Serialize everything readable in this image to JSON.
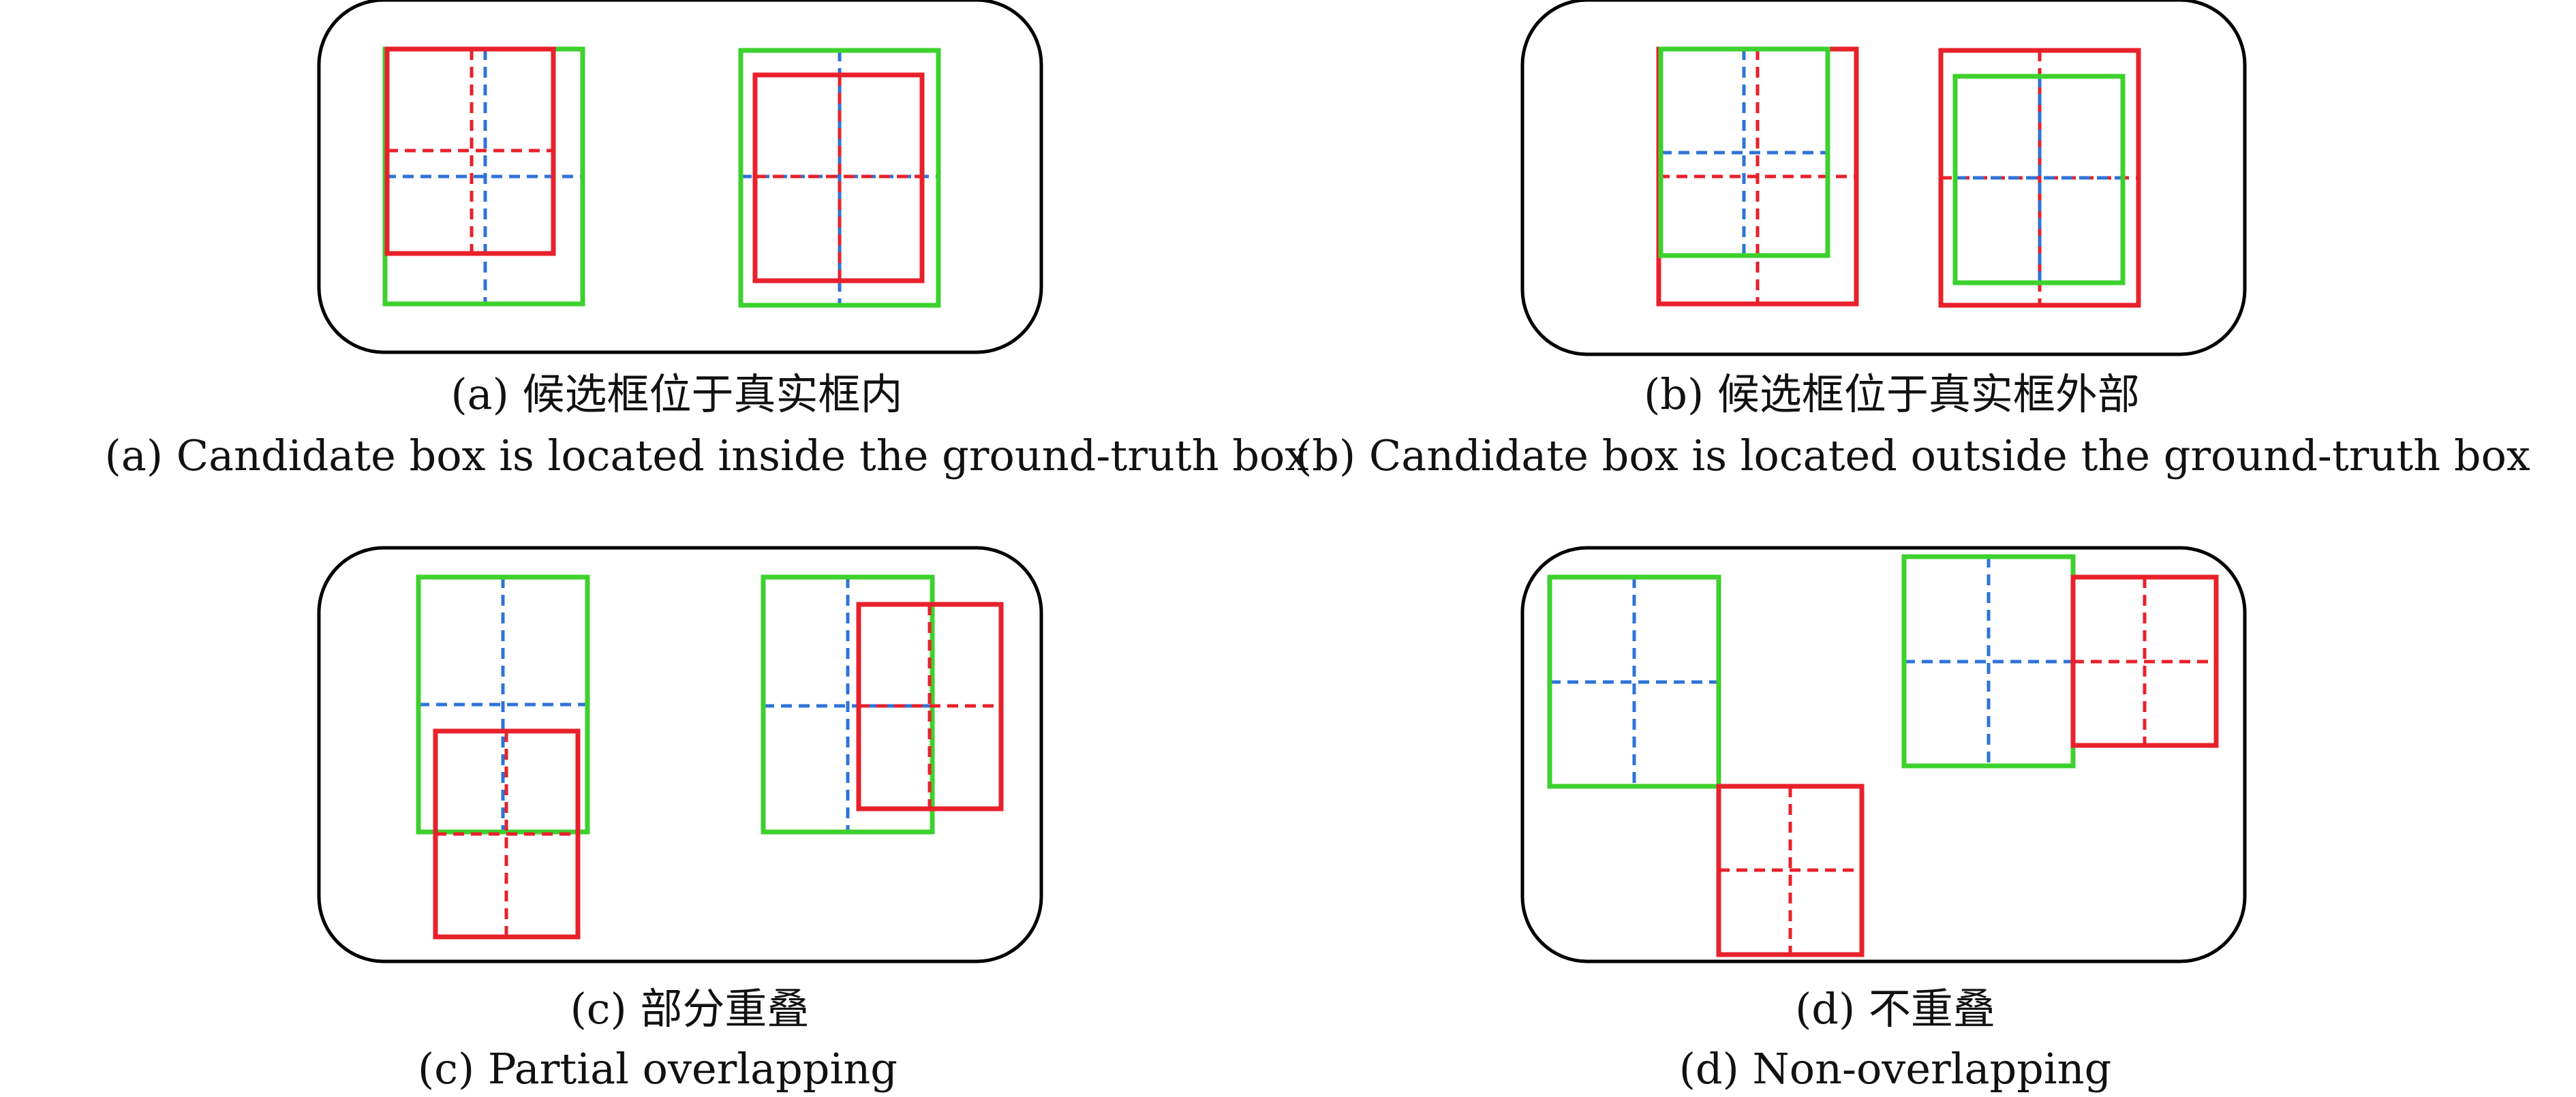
{
  "colors": {
    "candidate_box": "#e8212b",
    "ground_truth_box": "#3dd12d",
    "candidate_center_lines": "#e8212b",
    "ground_truth_center_lines": "#2f73d9",
    "panel_border": "#000000"
  },
  "panels": [
    {
      "caption_zh": "(a) 候选框位于真实框内",
      "caption_en": "(a) Candidate box is located inside the ground-truth box"
    },
    {
      "caption_zh": "(b) 候选框位于真实框外部",
      "caption_en": "(b) Candidate box is located outside the ground-truth box"
    },
    {
      "caption_zh": "(c) 部分重叠",
      "caption_en": "(c) Partial overlapping"
    },
    {
      "caption_zh": "(d) 不重叠",
      "caption_en": "(d) Non-overlapping"
    }
  ]
}
